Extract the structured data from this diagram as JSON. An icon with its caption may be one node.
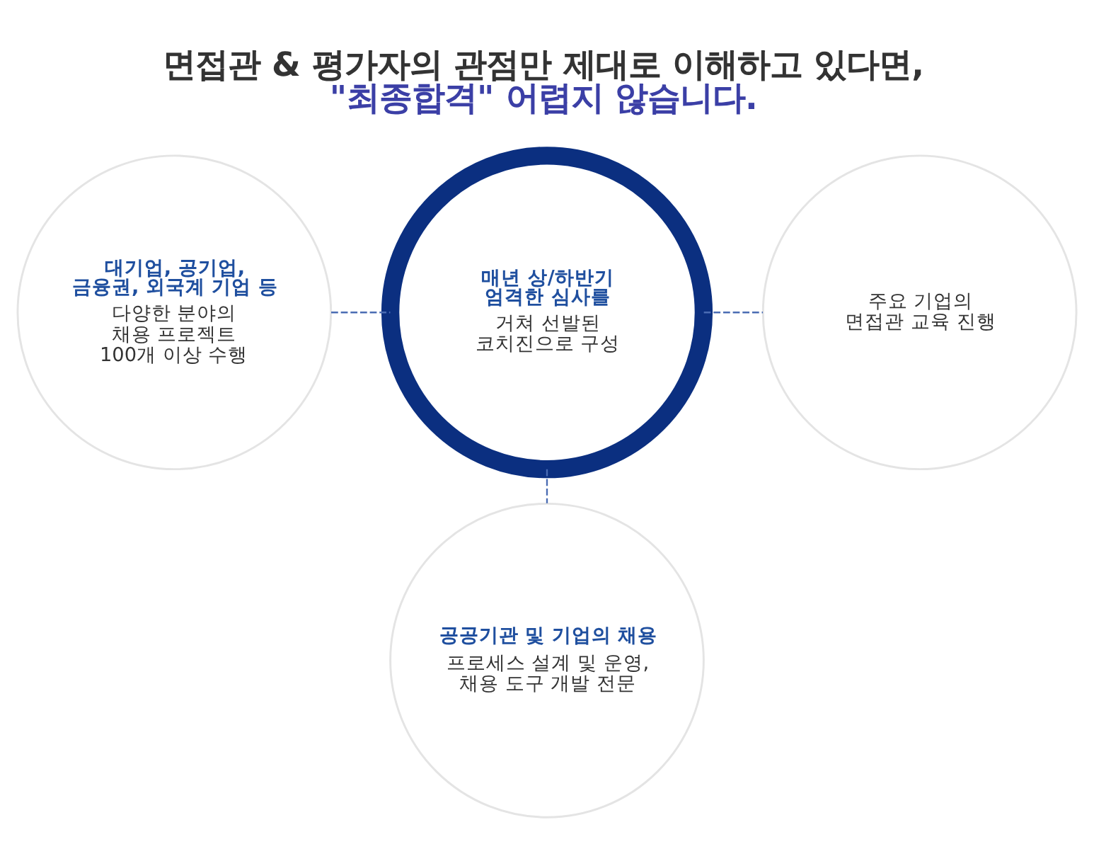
{
  "diagram": {
    "title": "면접관 & 평가자의 관점만 제대로 이해하고 있다면, \"최종합격\" 어렵지 않습니다.",
    "nodes": [
      {
        "text": [
          "대기업, 공기업, 금융권, 외국계 기업 등",
          "다양한 분야의 채용 프로젝트 100개 이상 수행"
        ]
      },
      {
        "text": [
          "매년 상/하반기 엄격한 심사를",
          "거쳐 선발된 코치진으로 구성"
        ]
      },
      {
        "text": [
          "주요 기업의 면접관 교육 진행"
        ]
      },
      {
        "text": [
          "공공기관 및 기업의 채용",
          "프로세스 설계 및 운영, 채용 도구 개발 전문"
        ]
      }
    ],
    "edges": [
      {
        "from": 0,
        "to": 1,
        "arrow": "none",
        "style": "dashed"
      },
      {
        "from": 1,
        "to": 2,
        "arrow": "none",
        "style": "dashed"
      },
      {
        "from": 1,
        "to": 3,
        "arrow": "none",
        "style": "dashed"
      }
    ]
  }
}
